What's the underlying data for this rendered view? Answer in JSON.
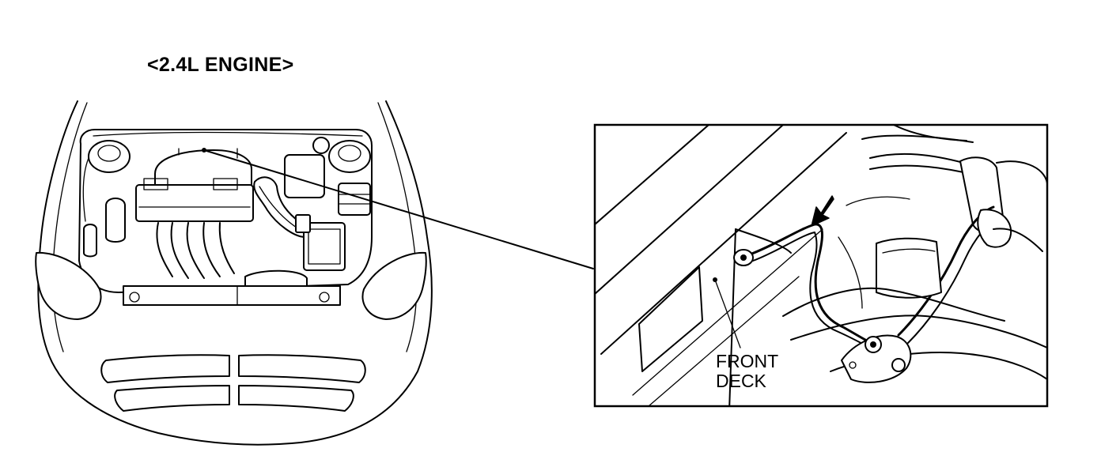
{
  "title": "<2.4L ENGINE>",
  "callout": {
    "line1": "FRONT",
    "line2": "DECK"
  },
  "colors": {
    "ink": "#000000",
    "paper": "#ffffff"
  },
  "icons": {
    "arrow": "arrow-down-left-icon"
  }
}
